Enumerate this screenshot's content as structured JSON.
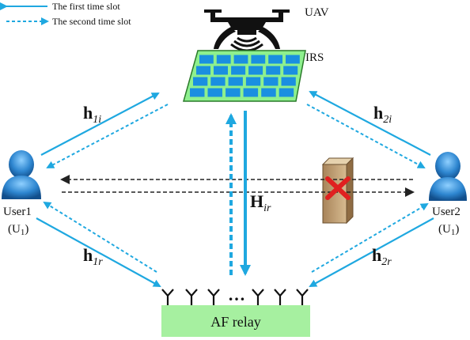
{
  "legend": {
    "solid_label": "The first time slot",
    "dashed_label": "The second time slot"
  },
  "nodes": {
    "uav_label": "UAV",
    "irs_label": "IRS",
    "user1_name": "User1",
    "user1_tag": "(U",
    "user1_tag_sub": "1",
    "user1_tag_close": ")",
    "user2_name": "User2",
    "user2_tag": "(U",
    "user2_tag_sub": "1",
    "user2_tag_close": ")",
    "relay_label": "AF relay",
    "antenna_ellipsis": "…"
  },
  "channels": {
    "h1i": {
      "main": "h",
      "sub": "1i"
    },
    "h2i": {
      "main": "h",
      "sub": "2i"
    },
    "h1r": {
      "main": "h",
      "sub": "1r"
    },
    "h2r": {
      "main": "h",
      "sub": "2r"
    },
    "Hir": {
      "main": "H",
      "sub": "ir"
    }
  },
  "colors": {
    "link": "#1fa8e0",
    "direct": "#222222",
    "irs_panel": "#8ef08e",
    "irs_cell": "#1a8fe0",
    "relay_box": "#a6f0a0",
    "user": "#2e86d0",
    "block_x": "#e02020",
    "obstacle": "#c9a87a"
  },
  "icons": {
    "uav": "drone-icon",
    "user": "person-icon",
    "obstacle": "blocked-wall-icon",
    "antenna": "antenna-icon"
  }
}
